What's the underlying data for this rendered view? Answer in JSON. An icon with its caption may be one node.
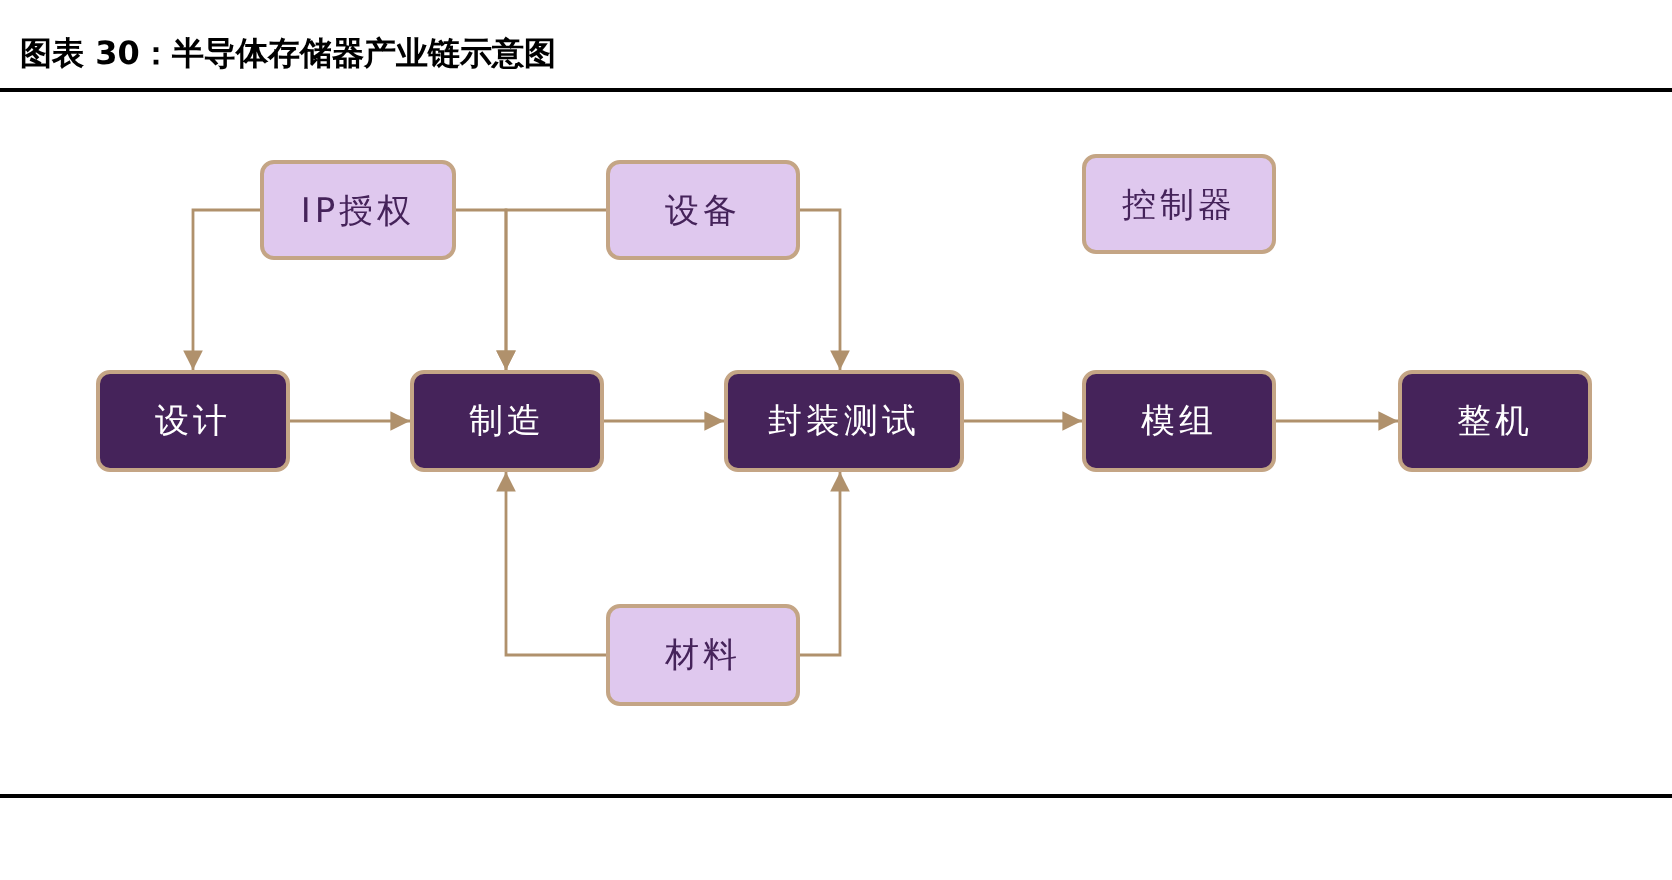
{
  "diagram": {
    "title": "图表 30：半导体存储器产业链示意图",
    "nodes": [
      {
        "text": [
          "IP授权"
        ]
      },
      {
        "text": [
          "设备"
        ]
      },
      {
        "text": [
          "控制器"
        ]
      },
      {
        "text": [
          "设计"
        ]
      },
      {
        "text": [
          "制造"
        ]
      },
      {
        "text": [
          "封装测试"
        ]
      },
      {
        "text": [
          "模组"
        ]
      },
      {
        "text": [
          "整机"
        ]
      },
      {
        "text": [
          "材料"
        ]
      }
    ],
    "edges": [
      {
        "from": 0,
        "to": 3,
        "arrow": "to"
      },
      {
        "from": 0,
        "to": 4,
        "arrow": "to"
      },
      {
        "from": 1,
        "to": 4,
        "arrow": "to"
      },
      {
        "from": 1,
        "to": 5,
        "arrow": "to"
      },
      {
        "from": 3,
        "to": 4,
        "arrow": "to"
      },
      {
        "from": 4,
        "to": 5,
        "arrow": "to"
      },
      {
        "from": 5,
        "to": 6,
        "arrow": "to"
      },
      {
        "from": 6,
        "to": 7,
        "arrow": "to"
      },
      {
        "from": 8,
        "to": 4,
        "arrow": "to"
      },
      {
        "from": 8,
        "to": 5,
        "arrow": "to"
      }
    ]
  }
}
